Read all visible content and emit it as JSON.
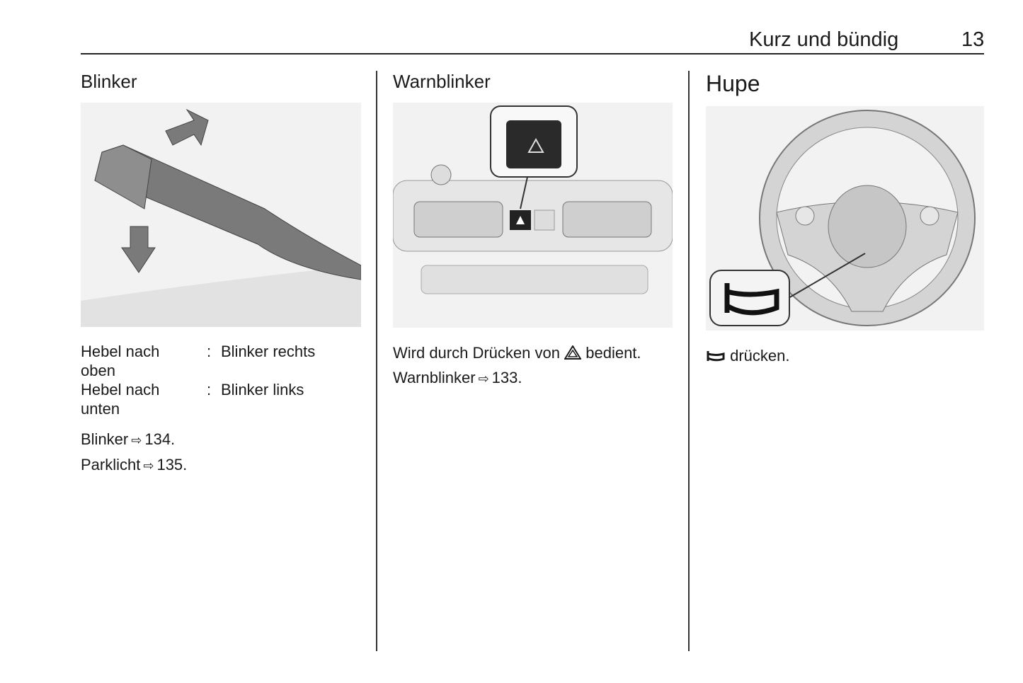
{
  "header": {
    "section_title": "Kurz und bündig",
    "page_number": "13"
  },
  "columns": [
    {
      "heading": "Blinker",
      "figure": "turn-signal-lever-illustration",
      "table": [
        {
          "action": "Hebel nach oben",
          "separator": ":",
          "result": "Blinker rechts"
        },
        {
          "action": "Hebel nach unten",
          "separator": ":",
          "result": "Blinker links"
        }
      ],
      "references": [
        {
          "label": "Blinker",
          "arrow": "⇨",
          "page": "134."
        },
        {
          "label": "Parklicht",
          "arrow": "⇨",
          "page": "135."
        }
      ]
    },
    {
      "heading": "Warnblinker",
      "figure": "hazard-switch-dashboard-illustration",
      "line1_before": "Wird durch Drücken von",
      "line1_icon": "hazard-triangle-icon",
      "line1_after": "bedient.",
      "reference": {
        "label": "Warnblinker",
        "arrow": "⇨",
        "page": "133."
      }
    },
    {
      "heading": "Hupe",
      "figure": "steering-wheel-horn-illustration",
      "line1_icon": "horn-icon",
      "line1_text": "drücken."
    }
  ]
}
